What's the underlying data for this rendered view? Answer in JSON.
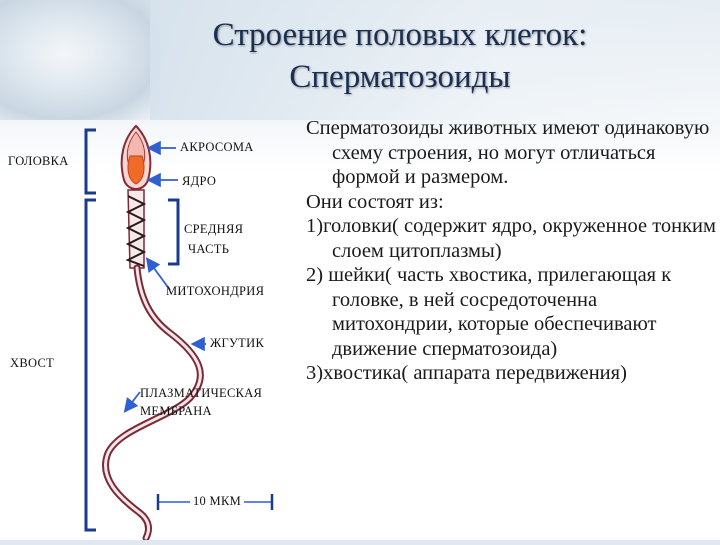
{
  "slide": {
    "title_line1": "Строение половых клеток:",
    "title_line2": "Сперматозоиды"
  },
  "diagram": {
    "labels": {
      "head": "ГОЛОВКА",
      "acrosome": "АКРОСОМА",
      "nucleus": "ЯДРО",
      "midpiece_1": "СРЕДНЯЯ",
      "midpiece_2": "ЧАСТЬ",
      "mitochondria": "МИТОХОНДРИЯ",
      "flagellum": "ЖГУТИК",
      "tail": "ХВОСТ",
      "membrane_1": "ПЛАЗМАТИЧЕСКАЯ",
      "membrane_2": "МЕМБРАНА",
      "scale": "10 МКМ"
    },
    "colors": {
      "bracket": "#1a3b8c",
      "arrow": "#2f5fd0",
      "membrane": "#7a2a38",
      "nucleus": "#f06a2a"
    }
  },
  "text": {
    "paragraphs": [
      "Сперматозоиды животных имеют одинаковую схему строения, но могут отличаться формой и размером.",
      "Они состоят из:",
      "1)головки( содержит ядро, окруженное тонким слоем цитоплазмы)",
      "2) шейки( часть хвостика, прилегающая к головке, в ней сосредоточенна митохондрии, которые обеспечивают движение сперматозоида)",
      "3)хвостика( аппарата передвижения)"
    ]
  }
}
